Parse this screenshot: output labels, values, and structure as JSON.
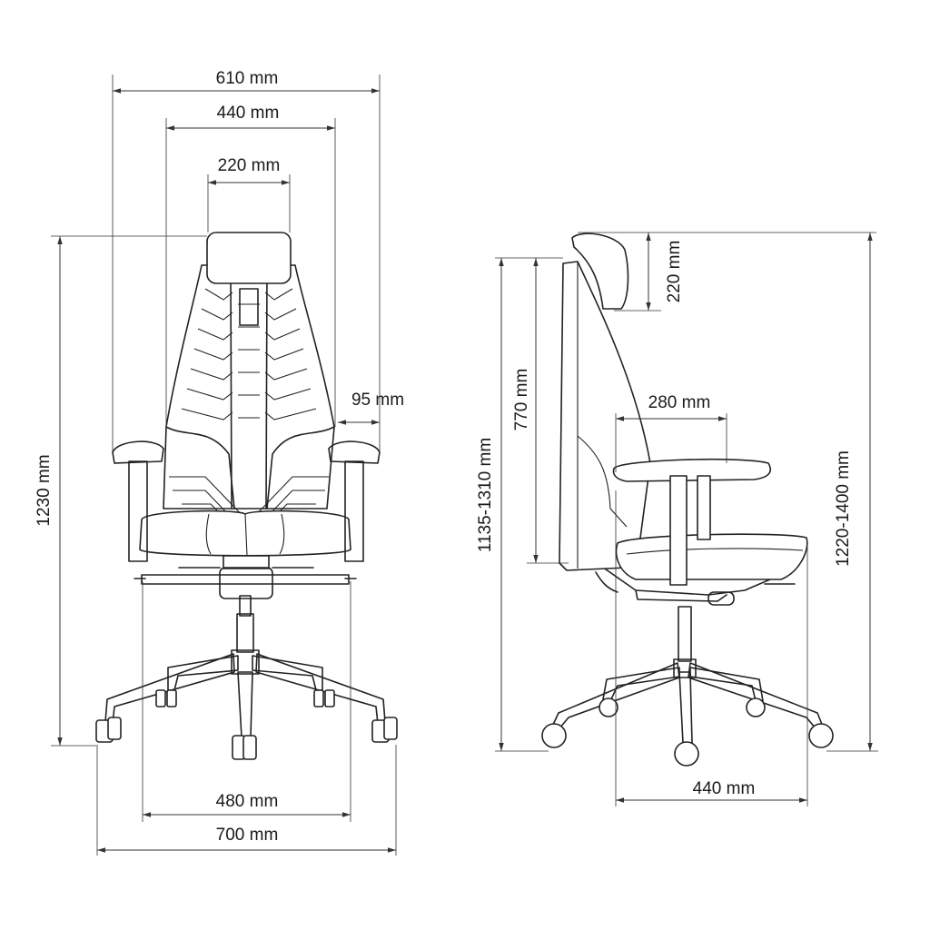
{
  "front_view": {
    "overall_width": "610 mm",
    "backrest_width": "440 mm",
    "headrest_width": "220 mm",
    "armrest_offset": "95 mm",
    "overall_height": "1230 mm",
    "seat_width": "480 mm",
    "base_width": "700 mm"
  },
  "side_view": {
    "headrest_height": "220 mm",
    "backrest_height": "770 mm",
    "armrest_depth": "280 mm",
    "height_range_back": "1135-1310 mm",
    "height_range_total": "1220-1400 mm",
    "seat_depth": "440 mm"
  },
  "colors": {
    "line": "#222222",
    "background": "#ffffff"
  }
}
